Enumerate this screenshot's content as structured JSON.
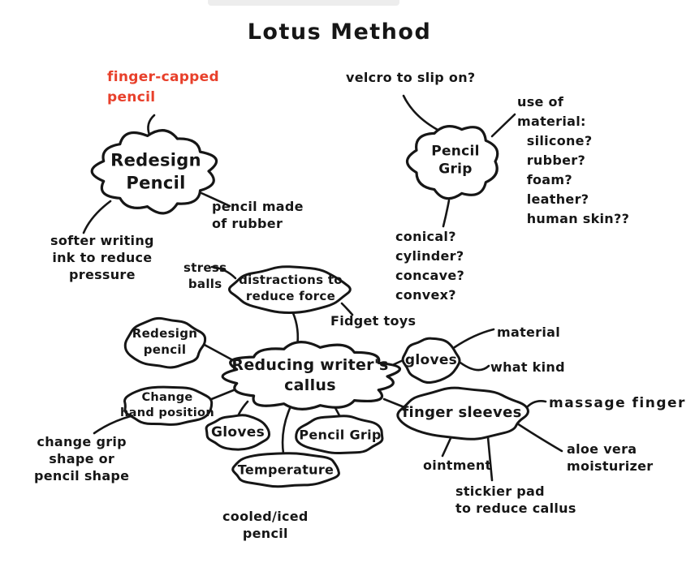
{
  "title": "Lotus Method",
  "colors": {
    "ink": "#161616",
    "highlight": "#e8402b",
    "background": "#ffffff"
  },
  "nodes": {
    "redesign_pencil_cloud": "Redesign\nPencil",
    "pencil_grip_cloud": "Pencil\nGrip",
    "center_cloud": "Reducing writer's\ncallus",
    "distractions": "distractions to\nreduce force",
    "redesign_pencil_small": "Redesign\npencil",
    "change_hand_position": "Change\nhand position",
    "gloves_bottom": "Gloves",
    "pencil_grip_bottom": "Pencil Grip",
    "temperature": "Temperature",
    "gloves_right": "gloves",
    "finger_sleeves": "finger sleeves"
  },
  "annotations": {
    "finger_capped_pencil": "finger-capped\npencil",
    "softer_writing_ink": "softer writing\nink to reduce\npressure",
    "pencil_made_of_rubber": "pencil made\nof rubber",
    "velcro": "velcro to slip on?",
    "use_of_material": "use of\nmaterial:\n  silicone?\n  rubber?\n  foam?\n  leather?\n  human skin??",
    "shape_options": "conical?\ncylinder?\nconcave?\nconvex?",
    "stress_balls": "stress\nballs",
    "fidget_toys": "Fidget toys",
    "change_grip_shape": "change grip\nshape or\npencil shape",
    "cooled_iced_pencil": "cooled/iced\npencil",
    "material": "material",
    "what_kind": "what kind",
    "massage_finger": "massage finger",
    "aloe_vera": "aloe vera\nmoisturizer",
    "ointment": "ointment",
    "stickier_pad": "stickier pad\nto reduce callus"
  }
}
